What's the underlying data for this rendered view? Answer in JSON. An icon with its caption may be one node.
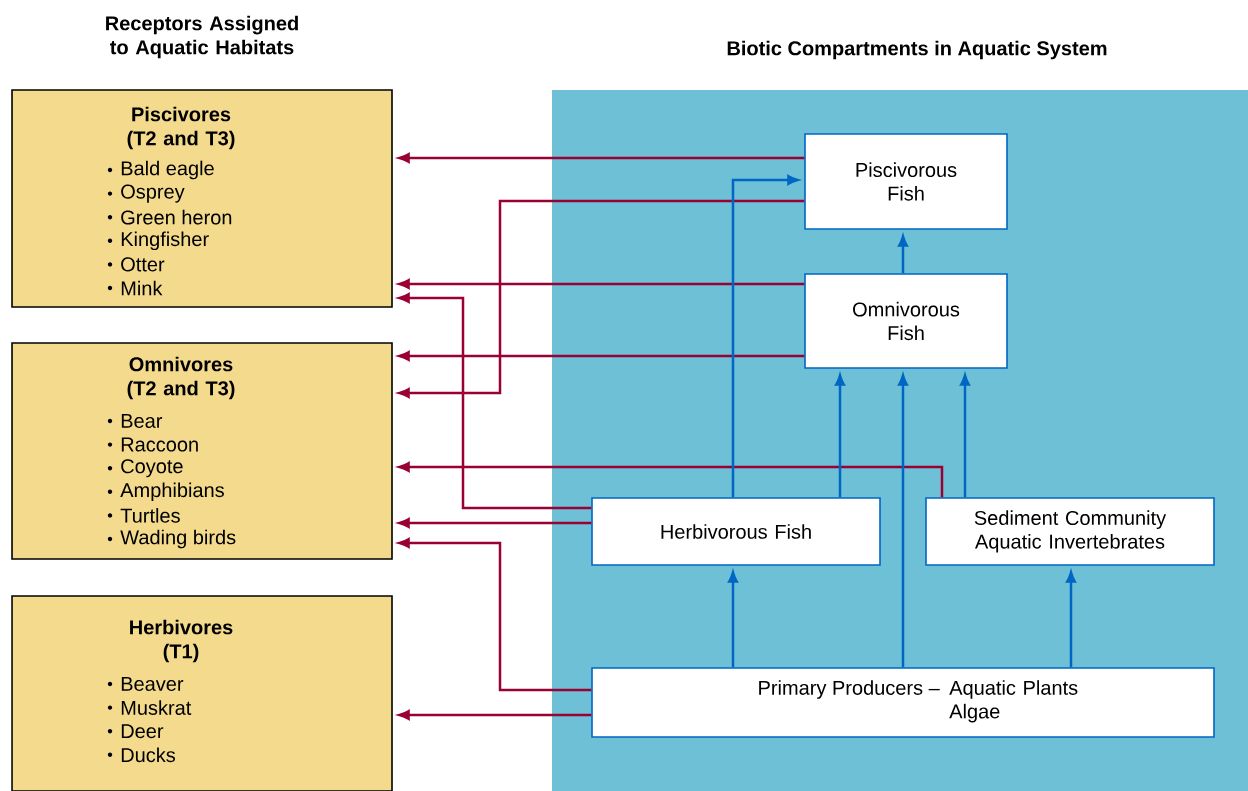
{
  "diagram": {
    "title": "Biotic Compartments in Aquatic System",
    "nodes": [
      {
        "text": [
          "Piscivores (T2 and T3)",
          "Bald eagle",
          "Osprey",
          "Green heron",
          "Kingfisher",
          "Otter",
          "Mink"
        ]
      },
      {
        "text": [
          "Omnivores (T2 and T3)",
          "Bear",
          "Raccoon",
          "Coyote",
          "Amphibians",
          "Turtles",
          "Wading birds"
        ]
      },
      {
        "text": [
          "Herbivores (T1)",
          "Beaver",
          "Muskrat",
          "Deer",
          "Ducks"
        ]
      },
      {
        "text": [],
        "shape": "box"
      },
      {
        "text": [
          "Piscivorous Fish"
        ],
        "in": 3
      },
      {
        "text": [
          "Omnivorous Fish"
        ],
        "in": 3
      },
      {
        "text": [
          "Herbivorous Fish"
        ],
        "in": 3
      },
      {
        "text": [
          "Sediment Community Aquatic Invertebrates"
        ],
        "in": 3
      },
      {
        "text": [
          "Primary Producers –",
          "Aquatic Plants Algae"
        ],
        "in": 3
      }
    ],
    "edges": [
      {
        "from": 4,
        "to": 0,
        "arrow": "to",
        "color": "#990033"
      },
      {
        "from": 4,
        "to": 1,
        "arrow": "to",
        "color": "#990033"
      },
      {
        "from": 5,
        "to": 0,
        "arrow": "to",
        "color": "#990033"
      },
      {
        "from": 5,
        "to": 1,
        "arrow": "to",
        "color": "#990033"
      },
      {
        "from": 6,
        "to": 0,
        "arrow": "to",
        "color": "#990033"
      },
      {
        "from": 6,
        "to": 1,
        "arrow": "to",
        "color": "#990033"
      },
      {
        "from": 7,
        "to": 1,
        "arrow": "to",
        "color": "#990033"
      },
      {
        "from": 8,
        "to": 1,
        "arrow": "to",
        "color": "#990033"
      },
      {
        "from": 8,
        "to": 2,
        "arrow": "to",
        "color": "#990033"
      },
      {
        "from": 6,
        "to": 4,
        "arrow": "to",
        "color": "#0066c4"
      },
      {
        "from": 6,
        "to": 5,
        "arrow": "to",
        "color": "#0066c4"
      },
      {
        "from": 8,
        "to": 5,
        "arrow": "to",
        "color": "#0066c4"
      },
      {
        "from": 7,
        "to": 5,
        "arrow": "to",
        "color": "#0066c4"
      },
      {
        "from": 5,
        "to": 4,
        "arrow": "to",
        "color": "#0066c4"
      },
      {
        "from": 8,
        "to": 6,
        "arrow": "to",
        "color": "#0066c4"
      },
      {
        "from": 8,
        "to": 7,
        "arrow": "to",
        "color": "#0066c4"
      }
    ],
    "labels": [
      "Receptors Assigned to Aquatic Habitats"
    ]
  }
}
